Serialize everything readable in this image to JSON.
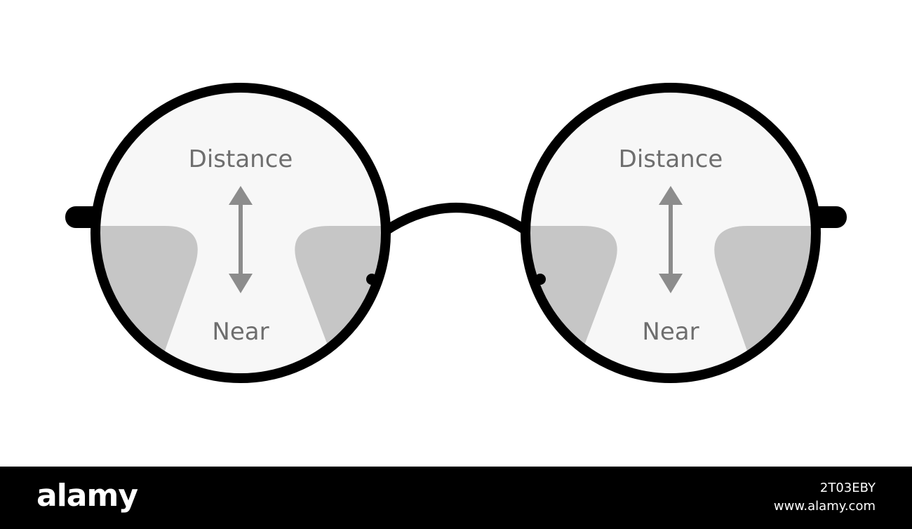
{
  "lenses": [
    {
      "top_label": "Distance",
      "bottom_label": "Near"
    },
    {
      "top_label": "Distance",
      "bottom_label": "Near"
    }
  ],
  "colors": {
    "frame": "#000000",
    "lens_fill": "#f7f7f7",
    "zone_fill": "#c6c6c6",
    "arrow": "#8c8c8c",
    "label": "#6e6e6e"
  },
  "watermark": {
    "logo": "alamy",
    "image_id": "2T03EBY",
    "site": "www.alamy.com"
  }
}
